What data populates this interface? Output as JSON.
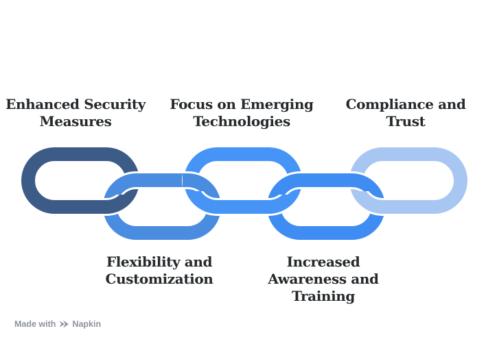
{
  "background_color": "#ffffff",
  "diagram": {
    "type": "chain-links",
    "link_outline_color": "#ffffff",
    "label_text_color": "#25292c",
    "items": [
      {
        "id": "enhanced-security-measures",
        "label": "Enhanced Security Measures",
        "lines": [
          "Enhanced Security",
          "Measures"
        ],
        "color": "#3d5b87",
        "label_position": "top"
      },
      {
        "id": "flexibility-and-customization",
        "label": "Flexibility and Customization",
        "lines": [
          "Flexibility and",
          "Customization"
        ],
        "color": "#4a8ce0",
        "label_position": "bottom"
      },
      {
        "id": "focus-on-emerging-technologies",
        "label": "Focus on Emerging Technologies",
        "lines": [
          "Focus on Emerging",
          "Technologies"
        ],
        "color": "#4594f6",
        "label_position": "top"
      },
      {
        "id": "increased-awareness-and-training",
        "label": "Increased Awareness and Training",
        "lines": [
          "Increased",
          "Awareness and",
          "Training"
        ],
        "color": "#3f8cf2",
        "label_position": "bottom"
      },
      {
        "id": "compliance-and-trust",
        "label": "Compliance and Trust",
        "lines": [
          "Compliance and",
          "Trust"
        ],
        "color": "#a7c7f2",
        "label_position": "top"
      }
    ]
  },
  "watermark": {
    "prefix": "Made with",
    "brand": "Napkin",
    "color": "#8f949c",
    "icon": "napkin-logo"
  }
}
